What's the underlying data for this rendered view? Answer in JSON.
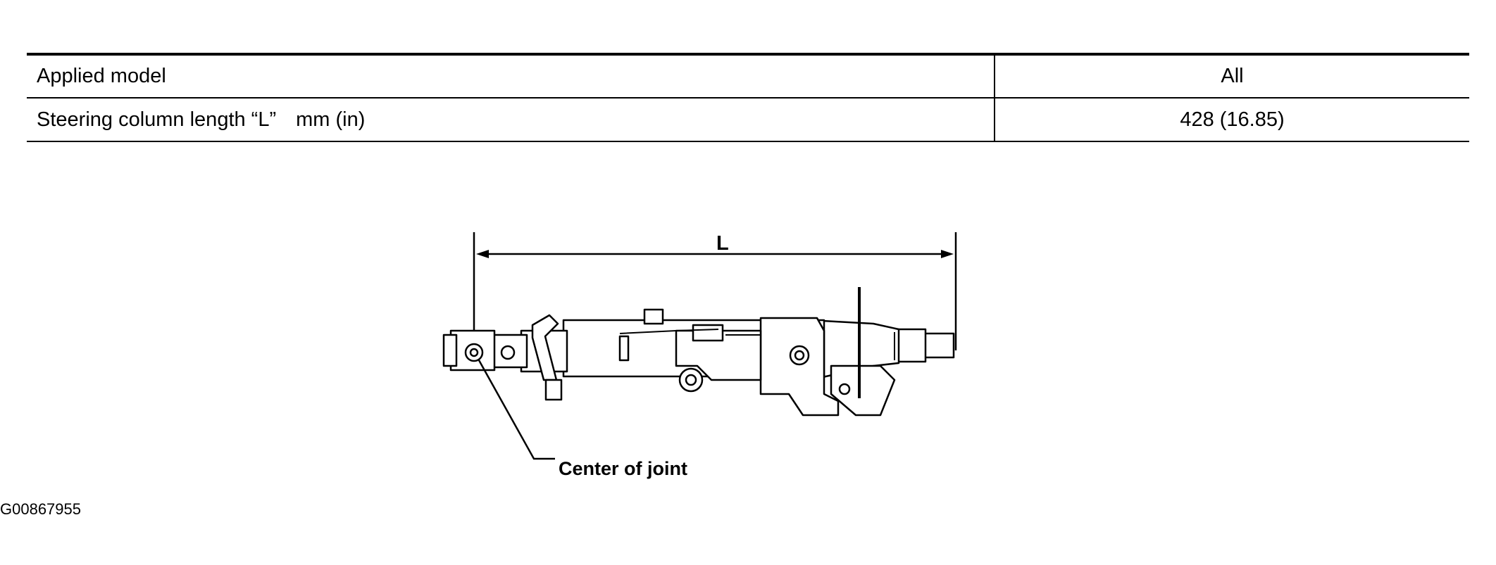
{
  "table": {
    "rows": [
      {
        "label": "Applied model",
        "unit": "",
        "value": "All"
      },
      {
        "label": "Steering column length “L”",
        "unit": "mm (in)",
        "value": "428 (16.85)"
      }
    ]
  },
  "figure": {
    "dimension_label": "L",
    "callout_text": "Center of joint",
    "figure_id": "G00867955"
  }
}
